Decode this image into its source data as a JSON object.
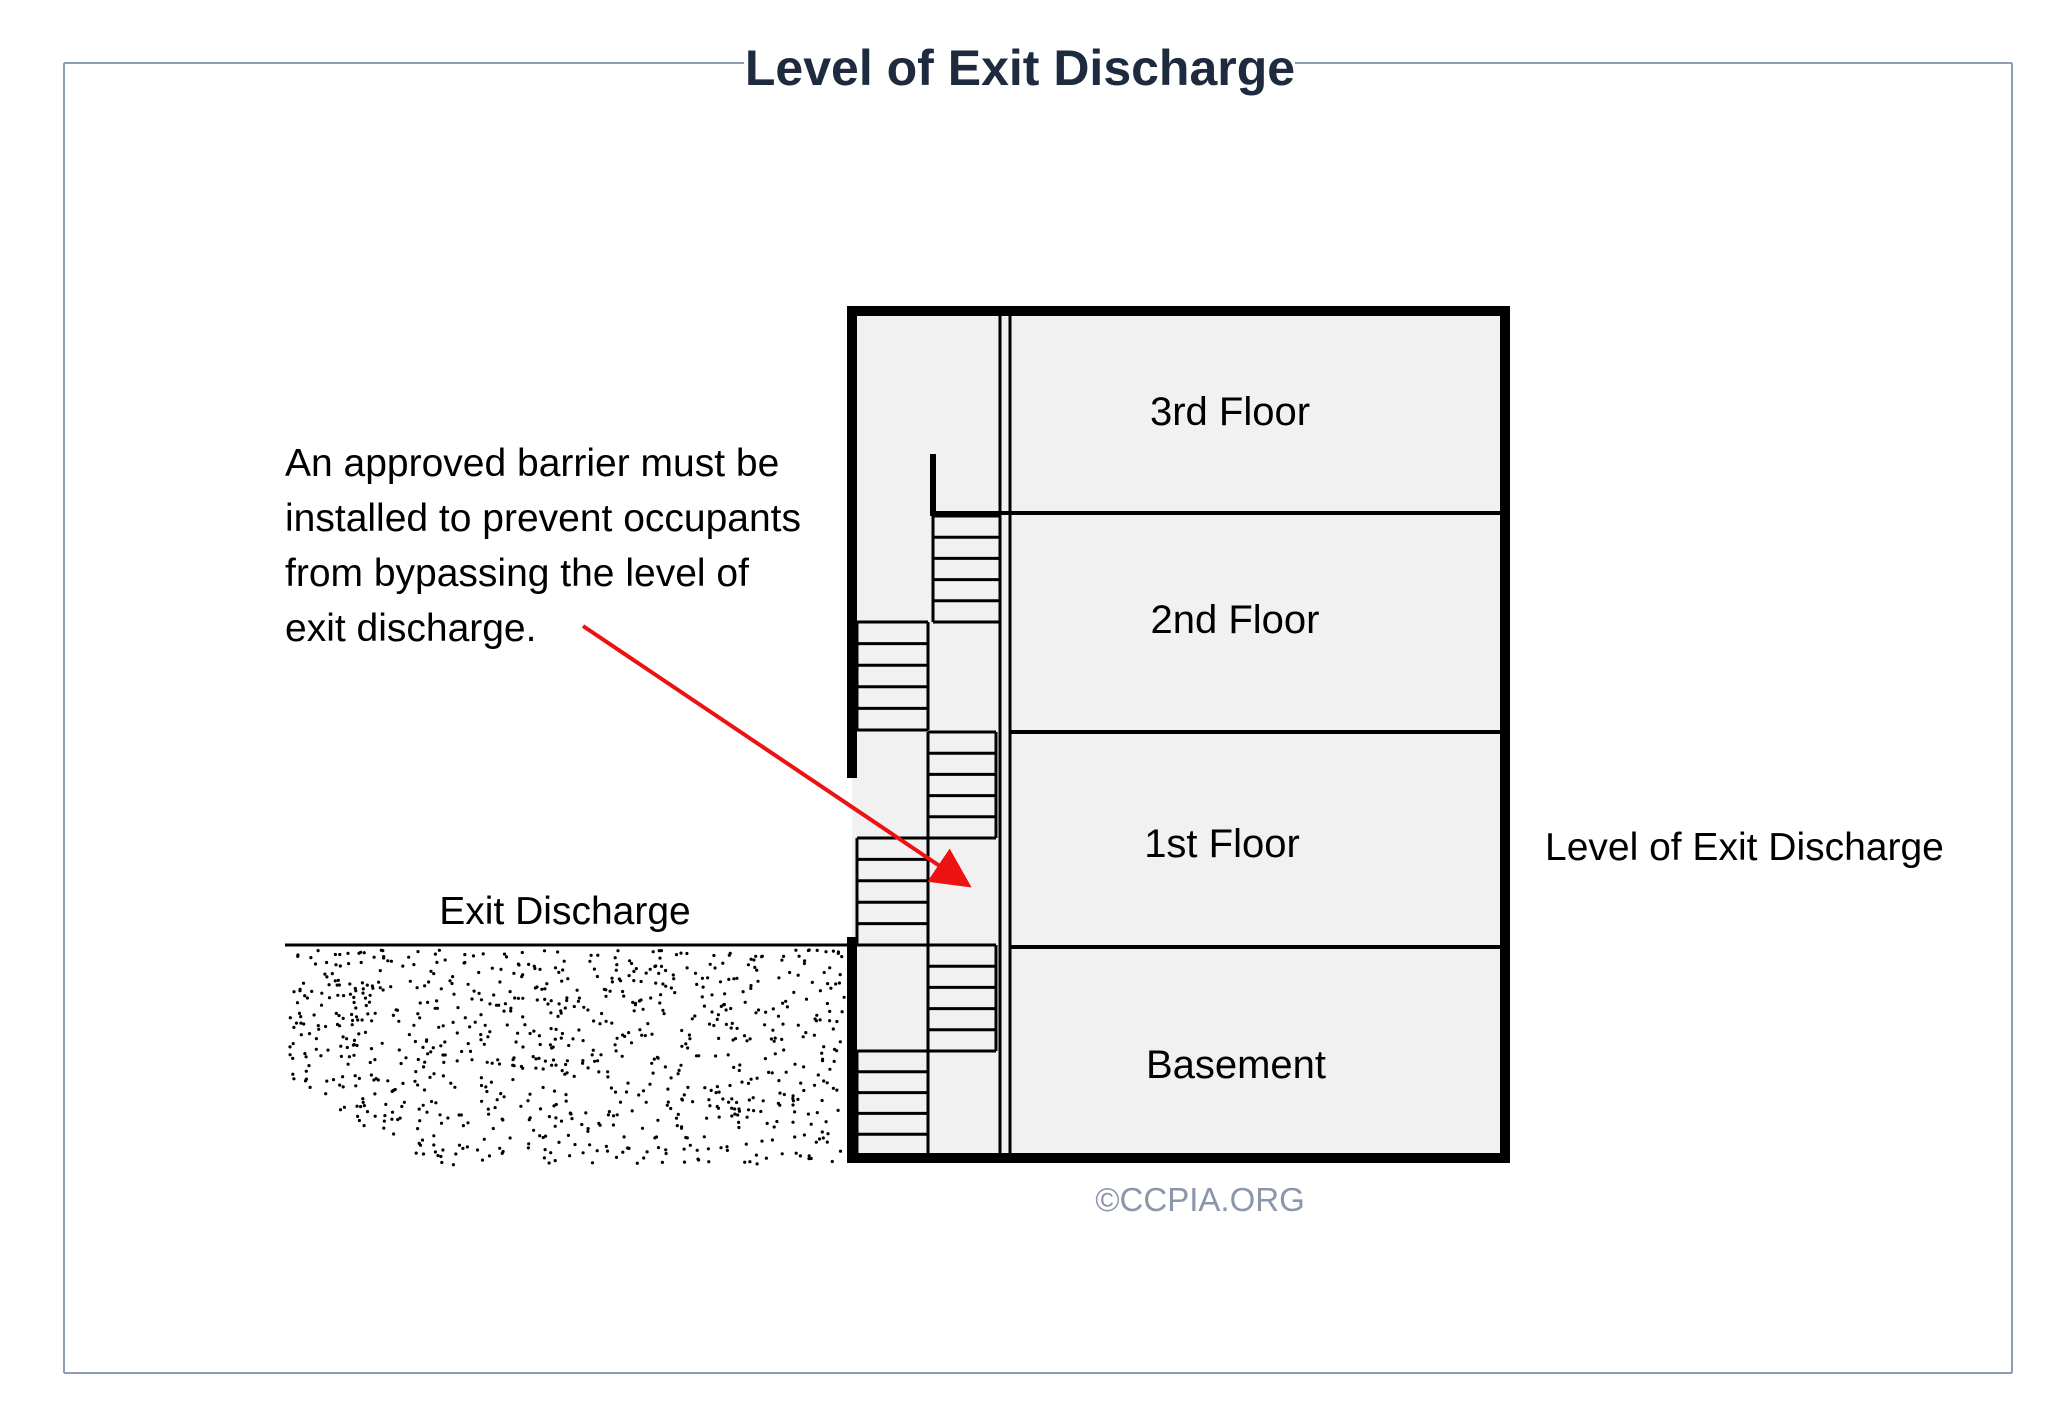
{
  "title": "Level of Exit Discharge",
  "floors": {
    "third": "3rd Floor",
    "second": "2nd Floor",
    "first": "1st Floor",
    "basement": "Basement"
  },
  "callout": {
    "lines": [
      "An approved barrier must be",
      "installed to prevent occupants",
      "from bypassing the level of",
      "exit discharge."
    ]
  },
  "labels": {
    "exit_discharge": "Exit Discharge",
    "level_of_exit_discharge": "Level of Exit Discharge",
    "copyright": "©CCPIA.ORG"
  },
  "colors": {
    "frame": "#8f9db3",
    "title": "#1e2a3d",
    "wall": "#000000",
    "room_fill": "#f1f1f1",
    "arrow": "#ee1111",
    "watermark": "#8a97ab"
  }
}
